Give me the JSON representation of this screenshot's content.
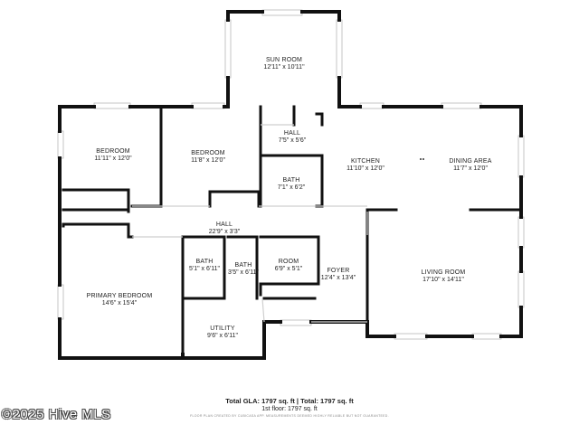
{
  "rooms": [
    {
      "id": "sun-room",
      "name": "SUN ROOM",
      "dims": "12'11\" x 10'11\""
    },
    {
      "id": "bedroom-1",
      "name": "BEDROOM",
      "dims": "11'11\" x 12'0\""
    },
    {
      "id": "bedroom-2",
      "name": "BEDROOM",
      "dims": "11'8\" x 12'0\""
    },
    {
      "id": "hall-upper",
      "name": "HALL",
      "dims": "7'5\" x 5'6\""
    },
    {
      "id": "bath-upper",
      "name": "BATH",
      "dims": "7'1\" x 6'2\""
    },
    {
      "id": "kitchen",
      "name": "KITCHEN",
      "dims": "11'10\" x 12'0\""
    },
    {
      "id": "dining-area",
      "name": "DINING AREA",
      "dims": "11'7\" x 12'0\""
    },
    {
      "id": "hall-main",
      "name": "HALL",
      "dims": "22'9\" x 3'3\""
    },
    {
      "id": "bath-a",
      "name": "BATH",
      "dims": "5'1\" x 6'11\""
    },
    {
      "id": "bath-b",
      "name": "BATH",
      "dims": "3'5\" x 6'11\""
    },
    {
      "id": "room",
      "name": "ROOM",
      "dims": "6'9\" x 5'1\""
    },
    {
      "id": "foyer",
      "name": "FOYER",
      "dims": "12'4\" x 13'4\""
    },
    {
      "id": "living-room",
      "name": "LIVING ROOM",
      "dims": "17'10\" x 14'11\""
    },
    {
      "id": "primary-bedroom",
      "name": "PRIMARY BEDROOM",
      "dims": "14'6\" x 15'4\""
    },
    {
      "id": "utility",
      "name": "UTILITY",
      "dims": "9'6\" x 6'11\""
    }
  ],
  "footer": {
    "gla": "Total GLA: 1797 sq. ft | Total: 1797 sq. ft",
    "floor": "1st floor: 1797 sq. ft",
    "disclaimer": "FLOOR PLAN CREATED BY CUBICASA APP. MEASUREMENTS DEEMED HIGHLY RELIABLE BUT NOT GUARANTEED."
  },
  "watermark": "©2025 Hive MLS",
  "colors": {
    "wall": "#111111",
    "window": "#b8b8b8",
    "door": "#cfcfcf"
  }
}
